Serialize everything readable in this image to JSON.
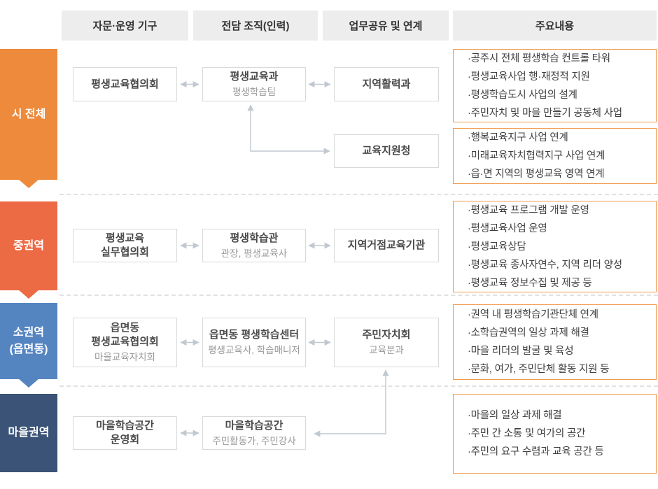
{
  "colors": {
    "row_city": "#EE8A3C",
    "row_mid": "#EC6A44",
    "row_small": "#5585C1",
    "row_village": "#3A5377",
    "header_bg": "#EDEDED",
    "header_text": "#333333",
    "box_border": "#D9D9D9",
    "box_title": "#4A4A4A",
    "box_subtitle": "#999999",
    "content_border": "#EF9B4E",
    "content_text": "#404040",
    "connector": "#C2C8D0",
    "divider": "#E1E1E1"
  },
  "column_headers": [
    {
      "label": "자문·운영 기구"
    },
    {
      "label": "전담 조직(인력)"
    },
    {
      "label": "업무공유 및 연계"
    },
    {
      "label": "주요내용"
    }
  ],
  "rows": [
    {
      "label": "시 전체",
      "advisory": {
        "title": "평생교육협의회"
      },
      "dedicated": {
        "title": "평생교육과",
        "subtitle": "평생학습팀"
      },
      "sharing": {
        "title": "지역활력과"
      },
      "sharing2": {
        "title": "교육지원청"
      },
      "contents": [
        {
          "items": [
            "·공주시 전체 평생학습 컨트롤 타워",
            "·평생교육사업 행·재정적 지원",
            "·평생학습도시 사업의 설계",
            "·주민자치 및 마을 만들기 공동체 사업"
          ]
        },
        {
          "items": [
            "·행복교육지구 사업 연계",
            "·미래교육자치협력지구 사업 연계",
            "·읍·면 지역의 평생교육 영역 연계"
          ]
        }
      ]
    },
    {
      "label": "중권역",
      "advisory": {
        "title": "평생교육",
        "title2": "실무협의회"
      },
      "dedicated": {
        "title": "평생학습관",
        "subtitle": "관장, 평생교육사"
      },
      "sharing": {
        "title": "지역거점교육기관"
      },
      "contents": [
        {
          "items": [
            "·평생교육 프로그램 개발 운영",
            "·평생교육사업 운영",
            "·평생교육상담",
            "·평생교육 종사자연수, 지역 리더 양성",
            "·평생교육 정보수집 및 제공 등"
          ]
        }
      ]
    },
    {
      "label": "소권역",
      "label2": "(읍면동)",
      "advisory": {
        "title": "읍면동",
        "title2": "평생교육협의회",
        "subtitle": "마을교육자치회"
      },
      "dedicated": {
        "title": "읍면동 평생학습센터",
        "subtitle": "평생교육사, 학습매니저"
      },
      "sharing": {
        "title": "주민자치회",
        "subtitle": "교육분과"
      },
      "contents": [
        {
          "items": [
            "·권역 내 평생학습기관단체 연계",
            "·소학습권역의 일상 과제 해결",
            "·마을 리더의 발굴 및 육성",
            "·문화, 여가, 주민단체 활동 지원 등"
          ]
        }
      ]
    },
    {
      "label": "마을권역",
      "advisory": {
        "title": "마을학습공간",
        "title2": "운영회"
      },
      "dedicated": {
        "title": "마을학습공간",
        "subtitle": "주민활동가, 주민강사"
      },
      "contents": [
        {
          "items": [
            "·마을의 일상 과제 해결",
            "·주민 간 소통 및 여가의 공간",
            "·주민의 요구 수렴과 교육 공간 등"
          ]
        }
      ]
    }
  ]
}
